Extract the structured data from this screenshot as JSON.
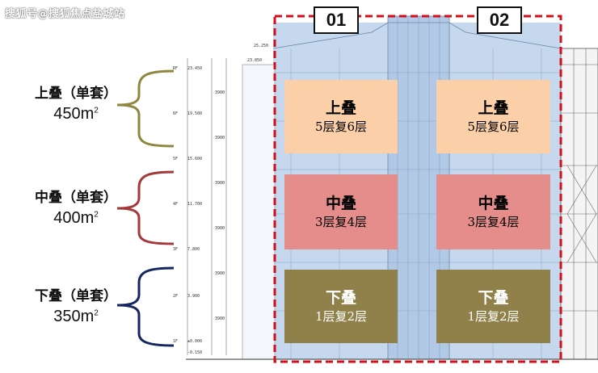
{
  "watermark": "搜狐号@搜狐焦点盐城站",
  "columns": [
    "01",
    "02"
  ],
  "levels": [
    {
      "label": "上叠（单套）",
      "area": "450m",
      "area_sup": "2",
      "color": "#8f8740"
    },
    {
      "label": "中叠（单套）",
      "area": "400m",
      "area_sup": "2",
      "color": "#a4393c"
    },
    {
      "label": "下叠（单套）",
      "area": "350m",
      "area_sup": "2",
      "color": "#15275e"
    }
  ],
  "units": [
    {
      "title": "上叠",
      "floors": "5层复6层",
      "bg": "#fbd0a8",
      "fg": "#111111"
    },
    {
      "title": "中叠",
      "floors": "3层复4层",
      "bg": "#e48d8b",
      "fg": "#111111"
    },
    {
      "title": "下叠",
      "floors": "1层复2层",
      "bg": "#8f8149",
      "fg": "#ffffff"
    }
  ],
  "elevations": [
    "23.450",
    "19.500",
    "15.600",
    "11.700",
    "7.800",
    "3.900",
    "±0.000",
    "-0.150"
  ],
  "floor_marks": [
    "RF",
    "6F",
    "5F",
    "4F",
    "3F",
    "2F",
    "1F"
  ],
  "top_elevations": [
    "25.250",
    "23.850"
  ],
  "dims": [
    "3900",
    "3900",
    "3900",
    "3900",
    "3900",
    "3900"
  ],
  "colors": {
    "dashed_border": "#d0101c",
    "building_blue": "#c5d8ee"
  }
}
